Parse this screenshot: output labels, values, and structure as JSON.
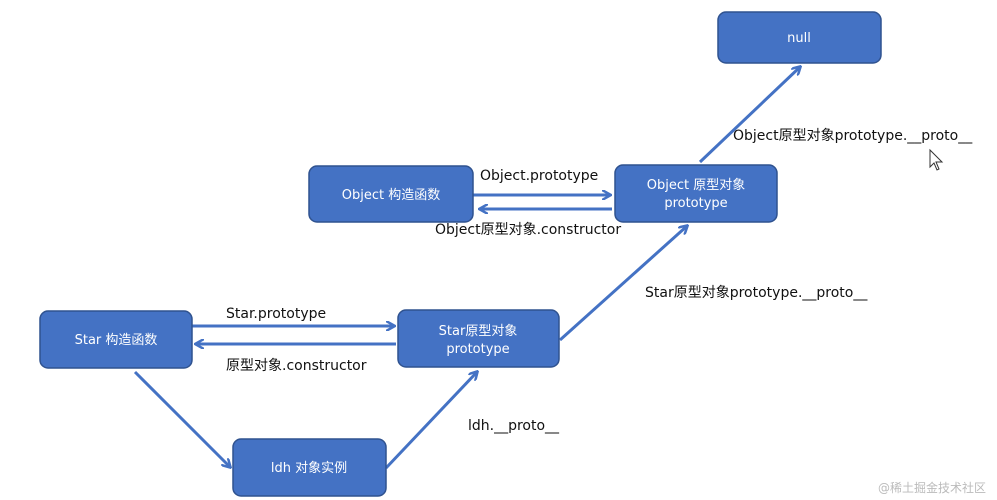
{
  "nodes": {
    "null": {
      "label": "null"
    },
    "object_ctor": {
      "label": "Object 构造函数"
    },
    "object_proto": {
      "line1": "Object 原型对象",
      "line2": "prototype"
    },
    "star_ctor": {
      "label": "Star 构造函数"
    },
    "star_proto": {
      "line1": "Star原型对象",
      "line2": "prototype"
    },
    "ldh": {
      "label": "ldh 对象实例"
    }
  },
  "edges": {
    "object_prototype": "Object.prototype",
    "object_constructor": "Object原型对象.constructor",
    "object_proto_proto": "Object原型对象prototype.__proto__",
    "star_prototype": "Star.prototype",
    "star_constructor": "原型对象.constructor",
    "star_proto_proto": "Star原型对象prototype.__proto__",
    "ldh_proto": "ldh.__proto__"
  },
  "colors": {
    "box": "#4472c4",
    "arrow": "#4472c4"
  },
  "watermark": "@稀土掘金技术社区"
}
